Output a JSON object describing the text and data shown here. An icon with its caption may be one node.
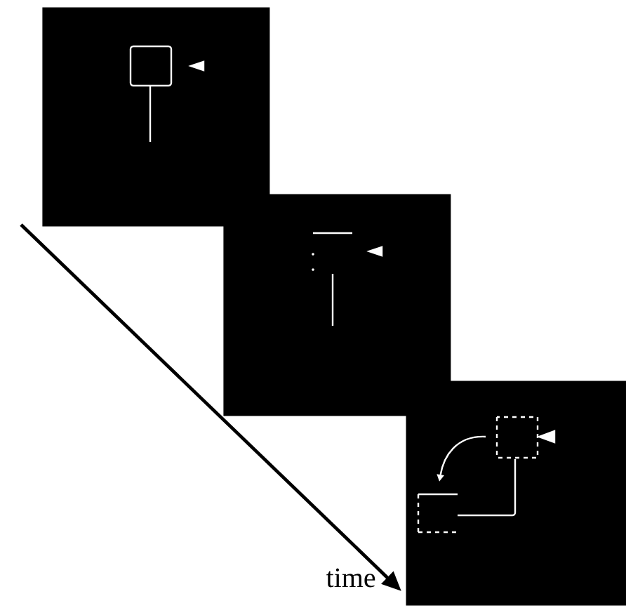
{
  "diagram": {
    "nodes": [
      {
        "text": [],
        "shape": "picture"
      },
      {
        "text": [],
        "shape": "picture"
      },
      {
        "text": [],
        "shape": "picture"
      }
    ],
    "labels": [
      "time"
    ]
  }
}
